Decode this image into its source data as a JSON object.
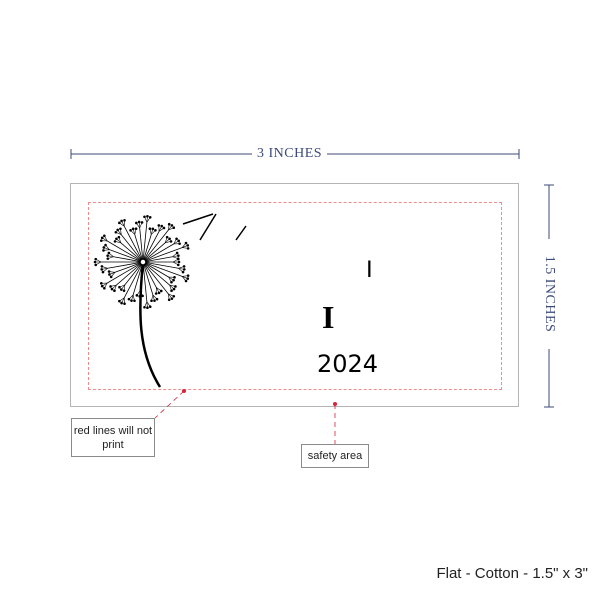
{
  "dimensions": {
    "width_label": "3 INCHES",
    "height_label": "1.5 INCHES"
  },
  "card": {
    "line1": "I",
    "line2": "I",
    "year": "2024"
  },
  "callouts": {
    "red_lines": "red lines will not print",
    "safety_area": "safety area"
  },
  "product": {
    "description": "Flat - Cotton - 1.5\" x 3\""
  },
  "colors": {
    "dimension": "#3b4a7a",
    "safety_line": "#f28b8b",
    "dot": "#d9233a"
  }
}
